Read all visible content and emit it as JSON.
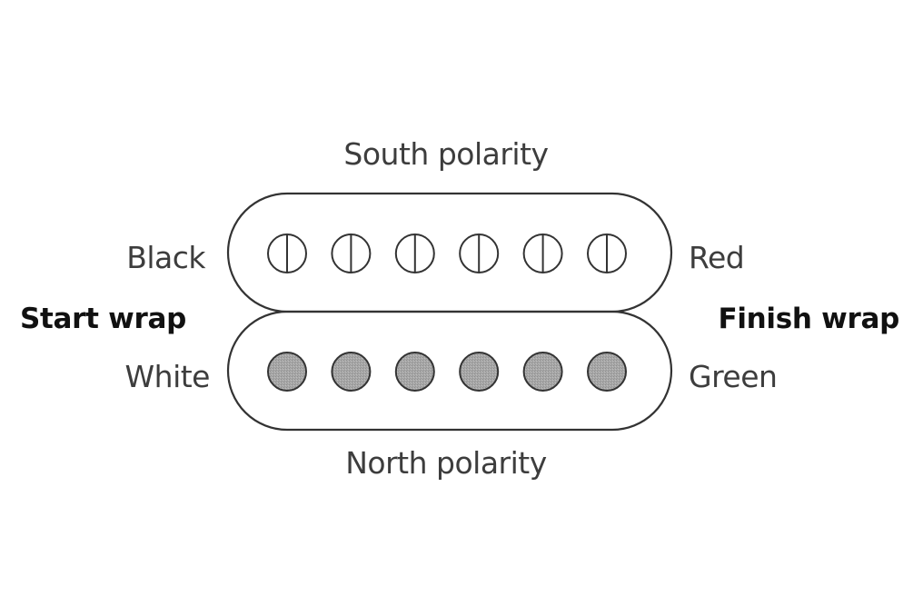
{
  "labels": {
    "south": "South polarity",
    "north": "North polarity",
    "black": "Black",
    "red": "Red",
    "white": "White",
    "green": "Green",
    "start_wrap": "Start wrap",
    "finish_wrap": "Finish wrap"
  },
  "coils": {
    "top": {
      "pole_count": 6,
      "pole_style": "split",
      "polarity": "South"
    },
    "bottom": {
      "pole_count": 6,
      "pole_style": "filled",
      "polarity": "North"
    }
  },
  "colors": {
    "outline": "#333333",
    "pole_fill": "#a6a6a6",
    "pole_empty": "#ffffff"
  }
}
